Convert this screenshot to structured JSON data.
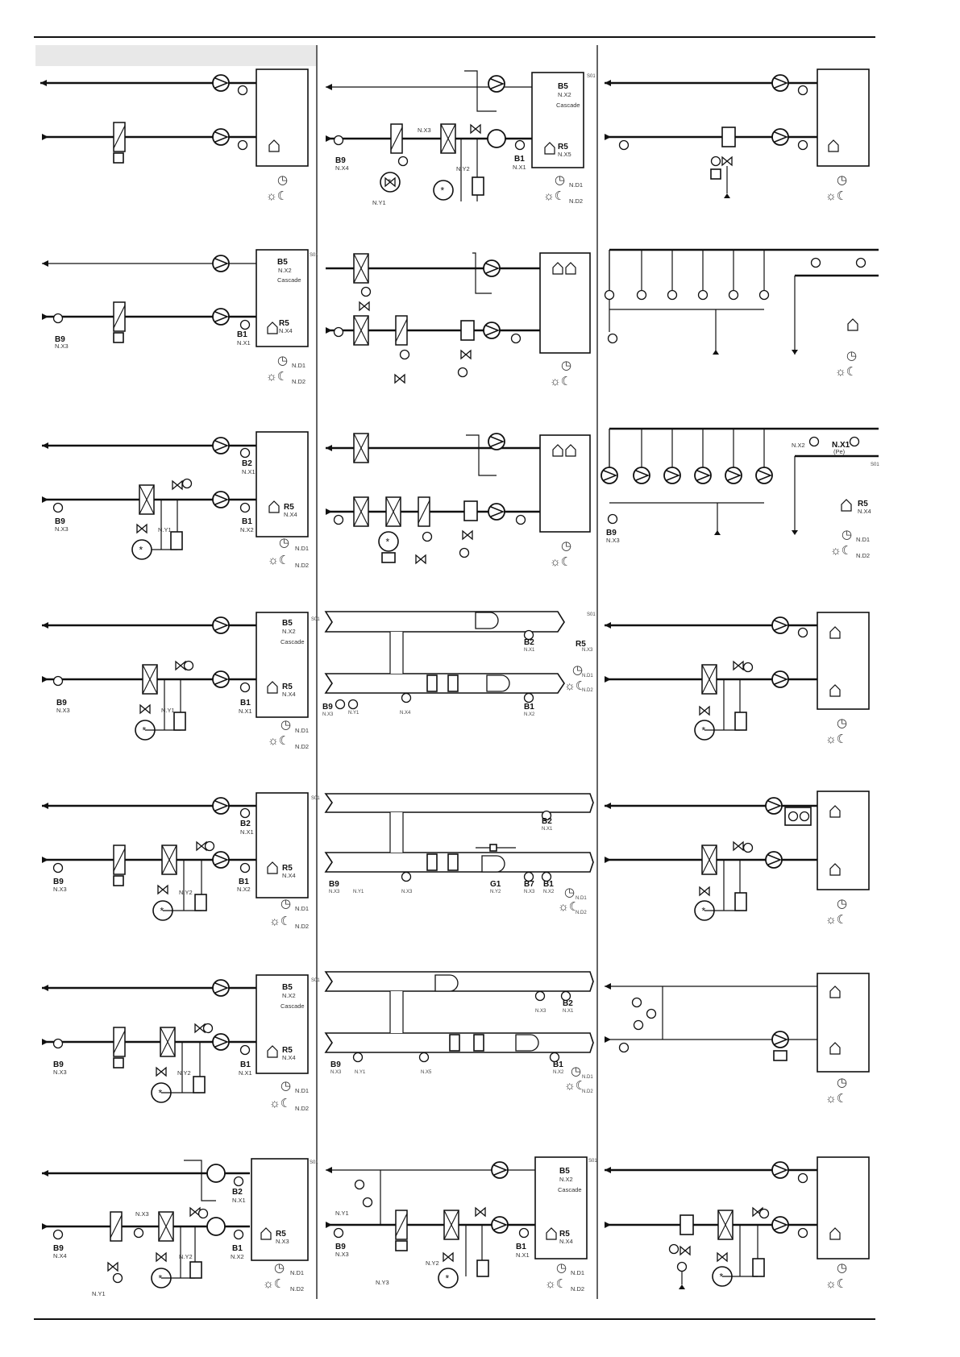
{
  "labels": {
    "b1": "B1",
    "b2": "B2",
    "b5": "B5",
    "b7": "B7",
    "b9": "B9",
    "r5": "R5",
    "g1": "G1",
    "nx1": "N.X1",
    "nx2": "N.X2",
    "nx3": "N.X3",
    "nx4": "N.X4",
    "nx5": "N.X5",
    "nd1": "N.D1",
    "nd2": "N.D2",
    "ny1": "N.Y1",
    "ny2": "N.Y2",
    "ny3": "N.Y3",
    "cascade": "Cascade",
    "pe": "(Pe)",
    "s01": "S01",
    "clock": "◷",
    "sunmoon": "☼☾"
  },
  "colors": {
    "line": "#111111",
    "header_band": "#e8e8e8",
    "gray_label": "#555555"
  }
}
